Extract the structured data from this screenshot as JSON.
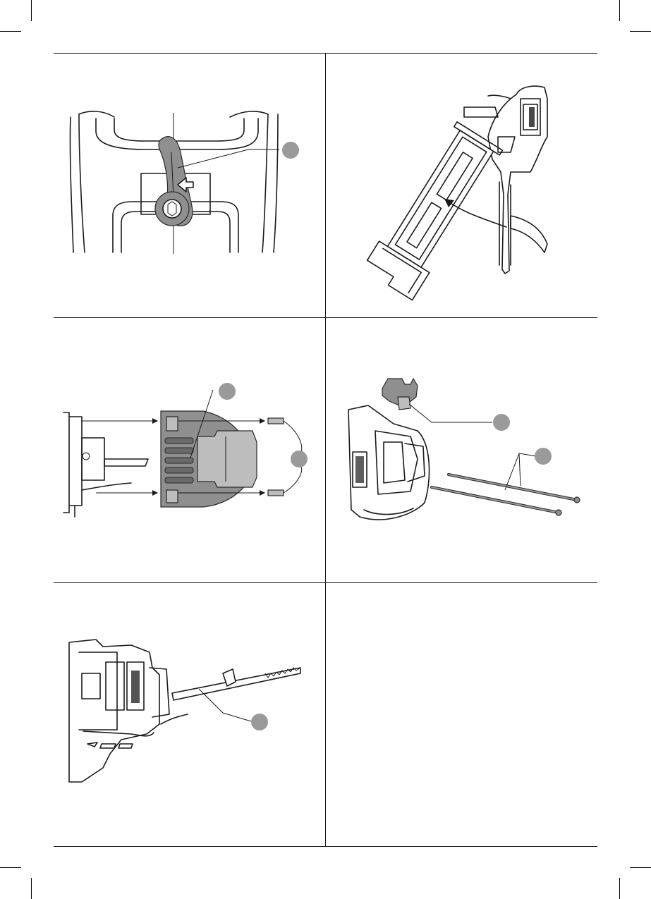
{
  "page": {
    "figures": [
      {
        "id": "fig-lever",
        "callouts": 1
      },
      {
        "id": "fig-magazine-rotate",
        "callouts": 0
      },
      {
        "id": "fig-cover-screws",
        "callouts": 2
      },
      {
        "id": "fig-latch-rods",
        "callouts": 2
      },
      {
        "id": "fig-side-pusher",
        "callouts": 1
      },
      {
        "id": "fig-empty",
        "callouts": 0
      }
    ],
    "colors": {
      "line": "#1a1a1a",
      "callout": "#9a9a9a",
      "part_fill": "#8f8f8f"
    }
  }
}
